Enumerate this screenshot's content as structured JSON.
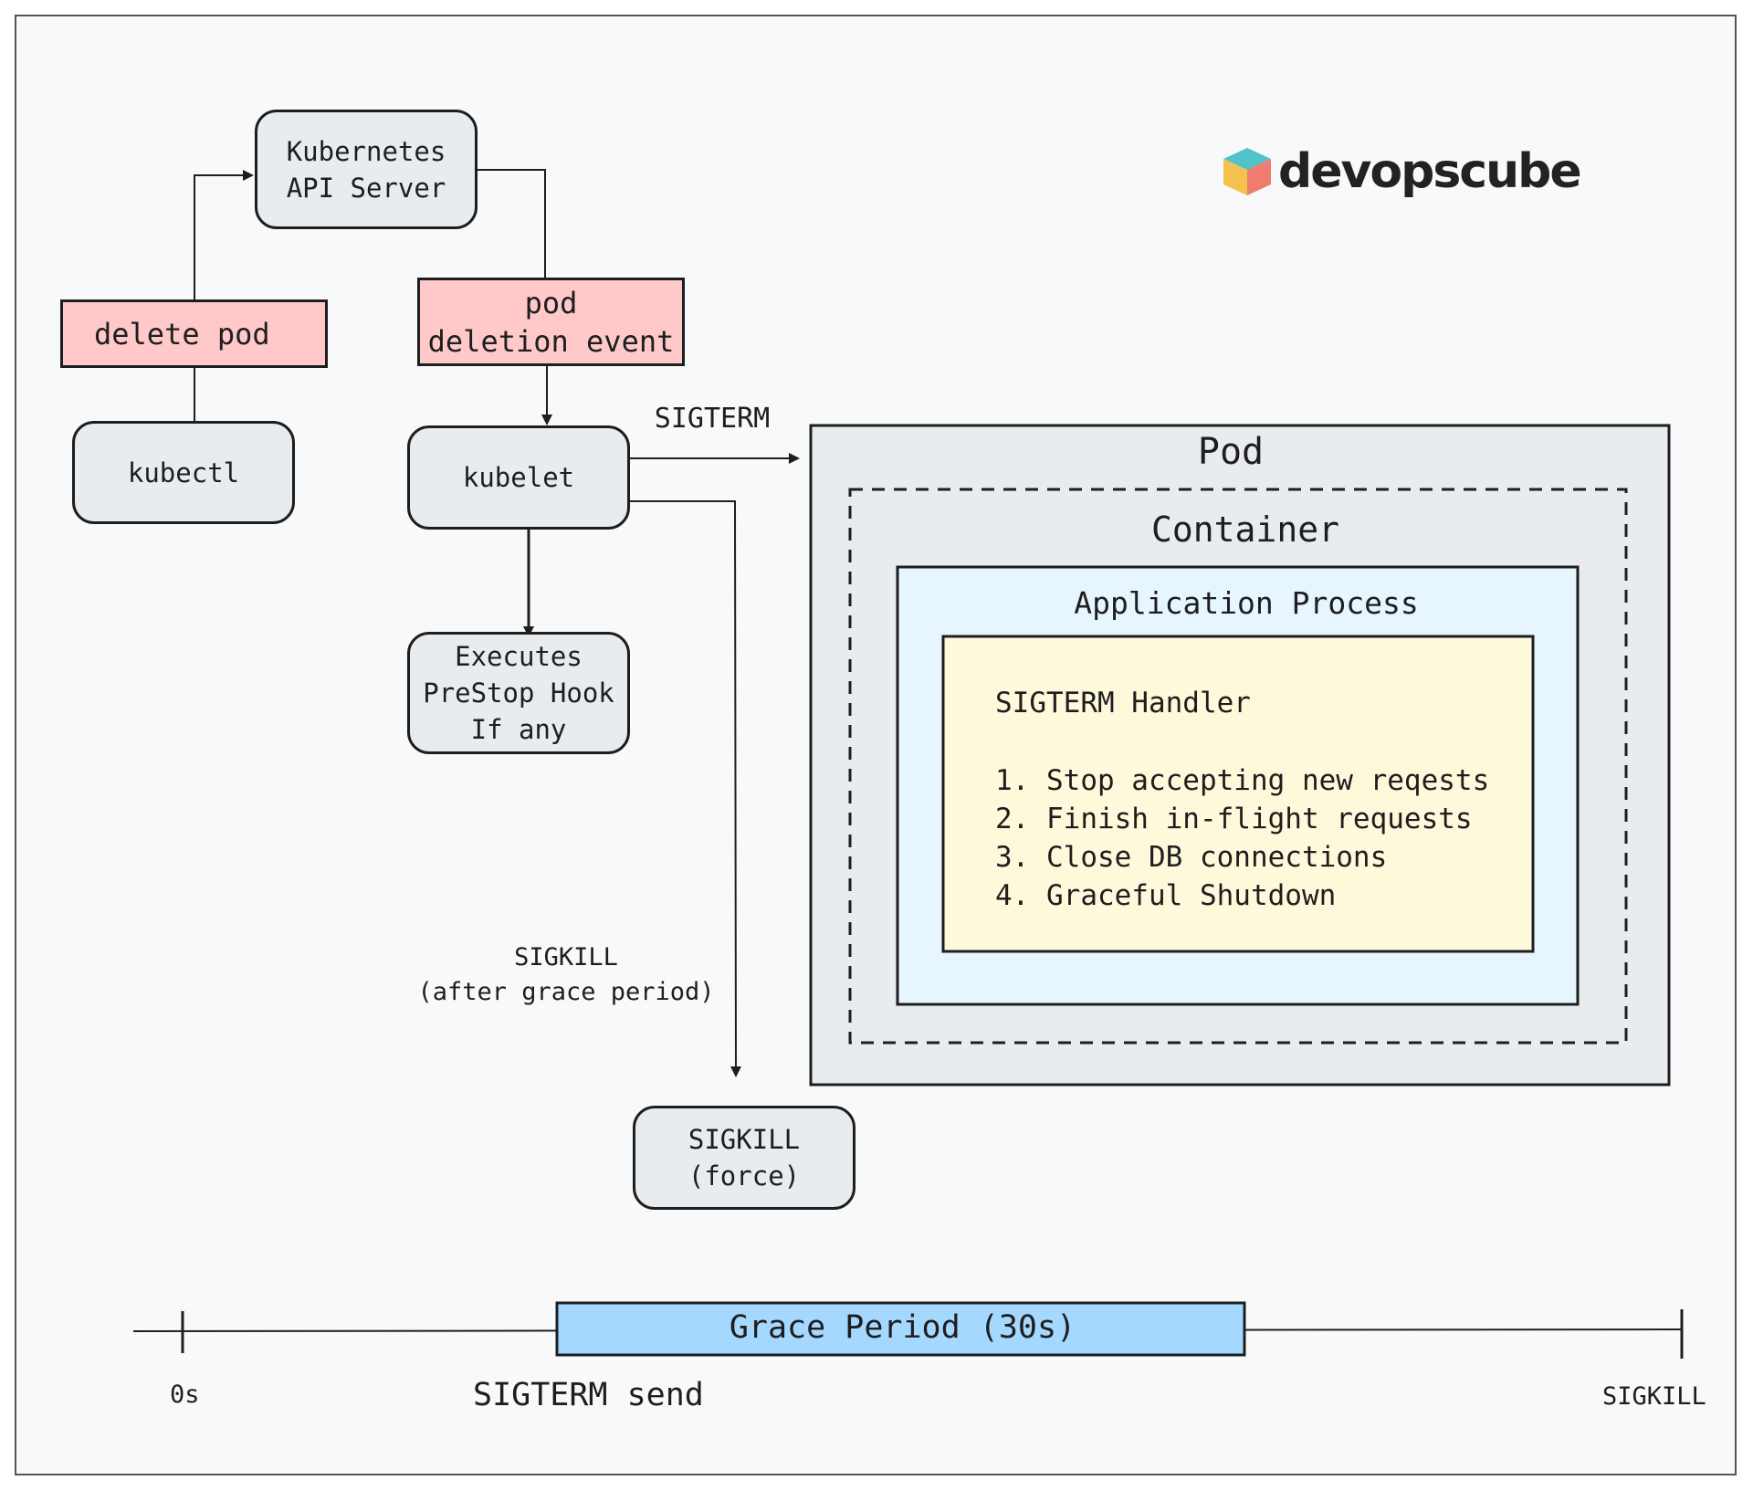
{
  "logo": {
    "text": "devopscube"
  },
  "nodes": {
    "api_server": "Kubernetes\nAPI Server",
    "delete_pod": "delete pod",
    "kubectl": "kubectl",
    "pod_deletion_event": "pod\ndeletion event",
    "kubelet": "kubelet",
    "prestop": "Executes\nPreStop Hook\nIf any",
    "sigkill_force": "SIGKILL\n(force)"
  },
  "edge_labels": {
    "sigterm": "SIGTERM",
    "sigkill_after": "SIGKILL\n(after grace period)"
  },
  "pod": {
    "title": "Pod",
    "container_title": "Container",
    "process_title": "Application Process",
    "handler": {
      "title": "SIGTERM Handler",
      "steps": [
        "1. Stop accepting new reqests",
        "2. Finish in-flight requests",
        "3. Close DB connections",
        "4. Graceful Shutdown"
      ]
    }
  },
  "timeline": {
    "start_label": "0s",
    "sigterm_label": "SIGTERM send",
    "grace_label": "Grace Period (30s)",
    "end_label": "SIGKILL"
  }
}
